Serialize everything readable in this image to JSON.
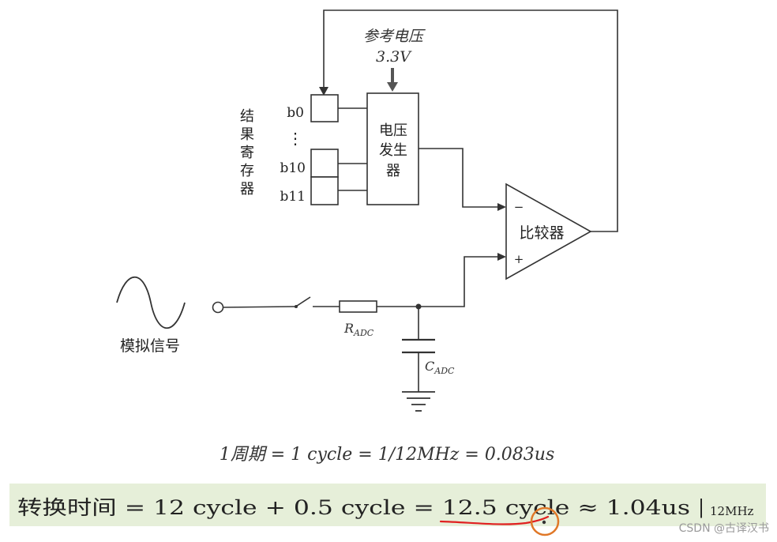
{
  "reference": {
    "label": "参考电压",
    "value": "3.3V"
  },
  "register": {
    "title": "结果寄存器",
    "chars": [
      "结",
      "果",
      "寄",
      "存",
      "器"
    ],
    "bits": [
      "b0",
      "⋮",
      "b10",
      "b11"
    ]
  },
  "dac": {
    "lines": [
      "电压",
      "发生",
      "器"
    ]
  },
  "comparator": {
    "label": "比较器",
    "minus": "−",
    "plus": "+"
  },
  "signal": {
    "label": "模拟信号"
  },
  "resistor": {
    "main": "R",
    "sub": "ADC"
  },
  "capacitor": {
    "main": "C",
    "sub": "ADC"
  },
  "formula_period": "1周期 = 1 cycle = 1/12MHz = 0.083us",
  "formula_conversion": "转换时间 = 12 cycle + 0.5 cycle = 12.5 cycle ≈ 1.04us",
  "formula_bar": "|",
  "formula_freq": "12MHz",
  "watermark": "CSDN @古译汉书",
  "colors": {
    "line": "#333333",
    "band": "#e6efd9",
    "annotation": "#e02020",
    "circle": "#e07828"
  }
}
